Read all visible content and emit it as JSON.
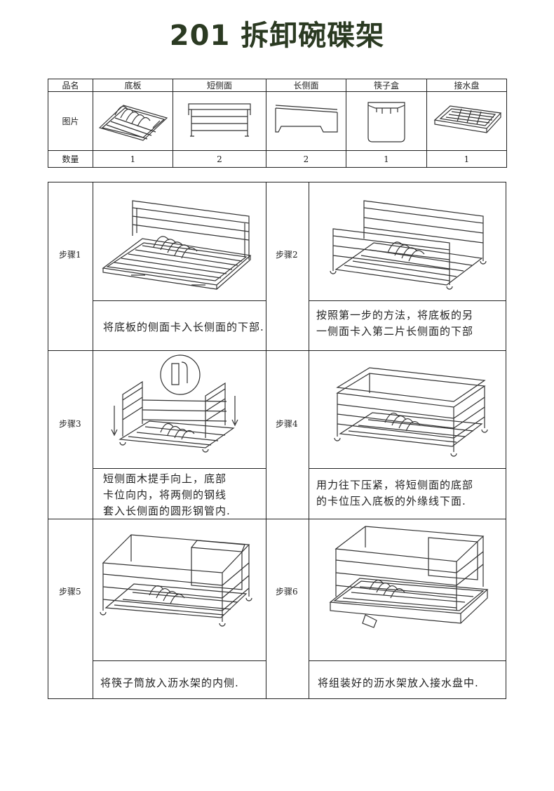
{
  "title": "201 拆卸碗碟架",
  "parts_table": {
    "row_labels": {
      "name": "品名",
      "image": "图片",
      "quantity": "数量"
    },
    "parts": [
      {
        "name": "底板",
        "quantity": "1",
        "icon": "bottom-rack-icon"
      },
      {
        "name": "短侧面",
        "quantity": "2",
        "icon": "short-side-icon"
      },
      {
        "name": "长侧面",
        "quantity": "2",
        "icon": "long-side-icon"
      },
      {
        "name": "筷子盒",
        "quantity": "1",
        "icon": "chopstick-box-icon"
      },
      {
        "name": "接水盘",
        "quantity": "1",
        "icon": "drip-tray-icon"
      }
    ]
  },
  "steps": [
    {
      "label": "步骤1",
      "caption": [
        "将底板的侧面卡入长侧面的下部."
      ]
    },
    {
      "label": "步骤2",
      "caption": [
        "按照第一步的方法，将底板的另",
        "一侧面卡入第二片长侧面的下部"
      ]
    },
    {
      "label": "步骤3",
      "caption": [
        "短侧面木提手向上，底部",
        "卡位向内，将两侧的钢线",
        "套入长侧面的圆形钢管内."
      ]
    },
    {
      "label": "步骤4",
      "caption": [
        "用力往下压紧，将短侧面的底部",
        "的卡位压入底板的外缘线下面."
      ]
    },
    {
      "label": "步骤5",
      "caption": [
        "将筷子筒放入沥水架的内侧."
      ]
    },
    {
      "label": "步骤6",
      "caption": [
        "将组装好的沥水架放入接水盘中."
      ]
    }
  ]
}
